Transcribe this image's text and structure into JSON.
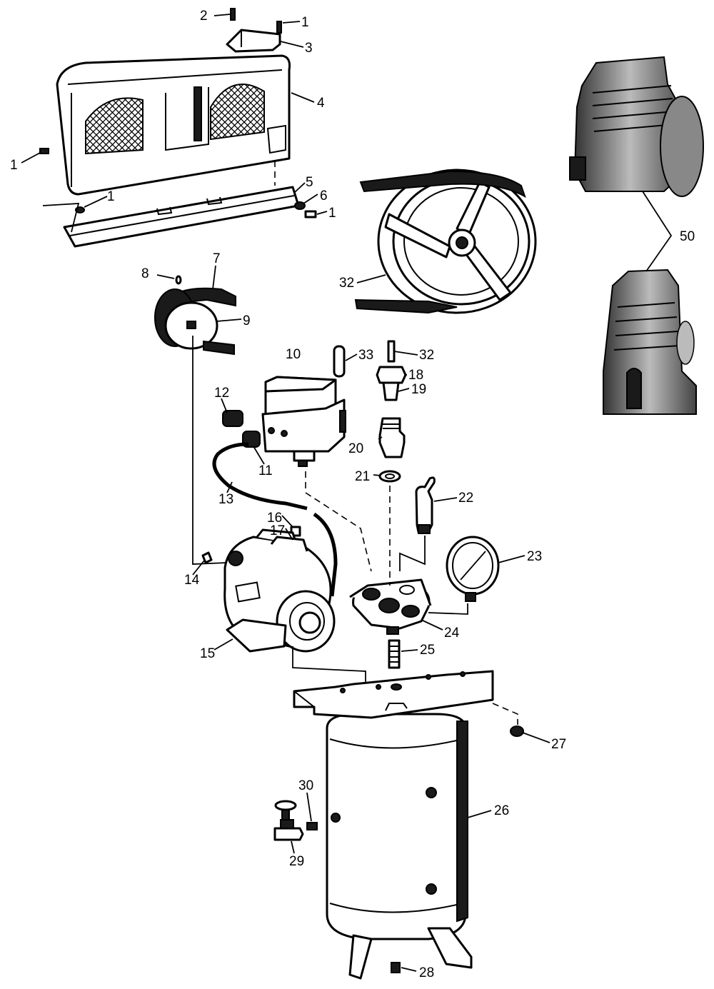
{
  "labels": {
    "l1a": "1",
    "l2": "2",
    "l3": "3",
    "l4": "4",
    "l1b": "1",
    "l1c": "1",
    "l5": "5",
    "l6": "6",
    "l1d": "1",
    "l8": "8",
    "l7": "7",
    "l9": "9",
    "l32a": "32",
    "l50": "50",
    "l10": "10",
    "l33": "33",
    "l32b": "32",
    "l18": "18",
    "l19": "19",
    "l12": "12",
    "l20": "20",
    "l11": "11",
    "l21": "21",
    "l22": "22",
    "l13": "13",
    "l16": "16",
    "l17": "17",
    "l14": "14",
    "l23": "23",
    "l24": "24",
    "l15": "15",
    "l25": "25",
    "l27": "27",
    "l30": "30",
    "l26": "26",
    "l29": "29",
    "l28": "28"
  }
}
